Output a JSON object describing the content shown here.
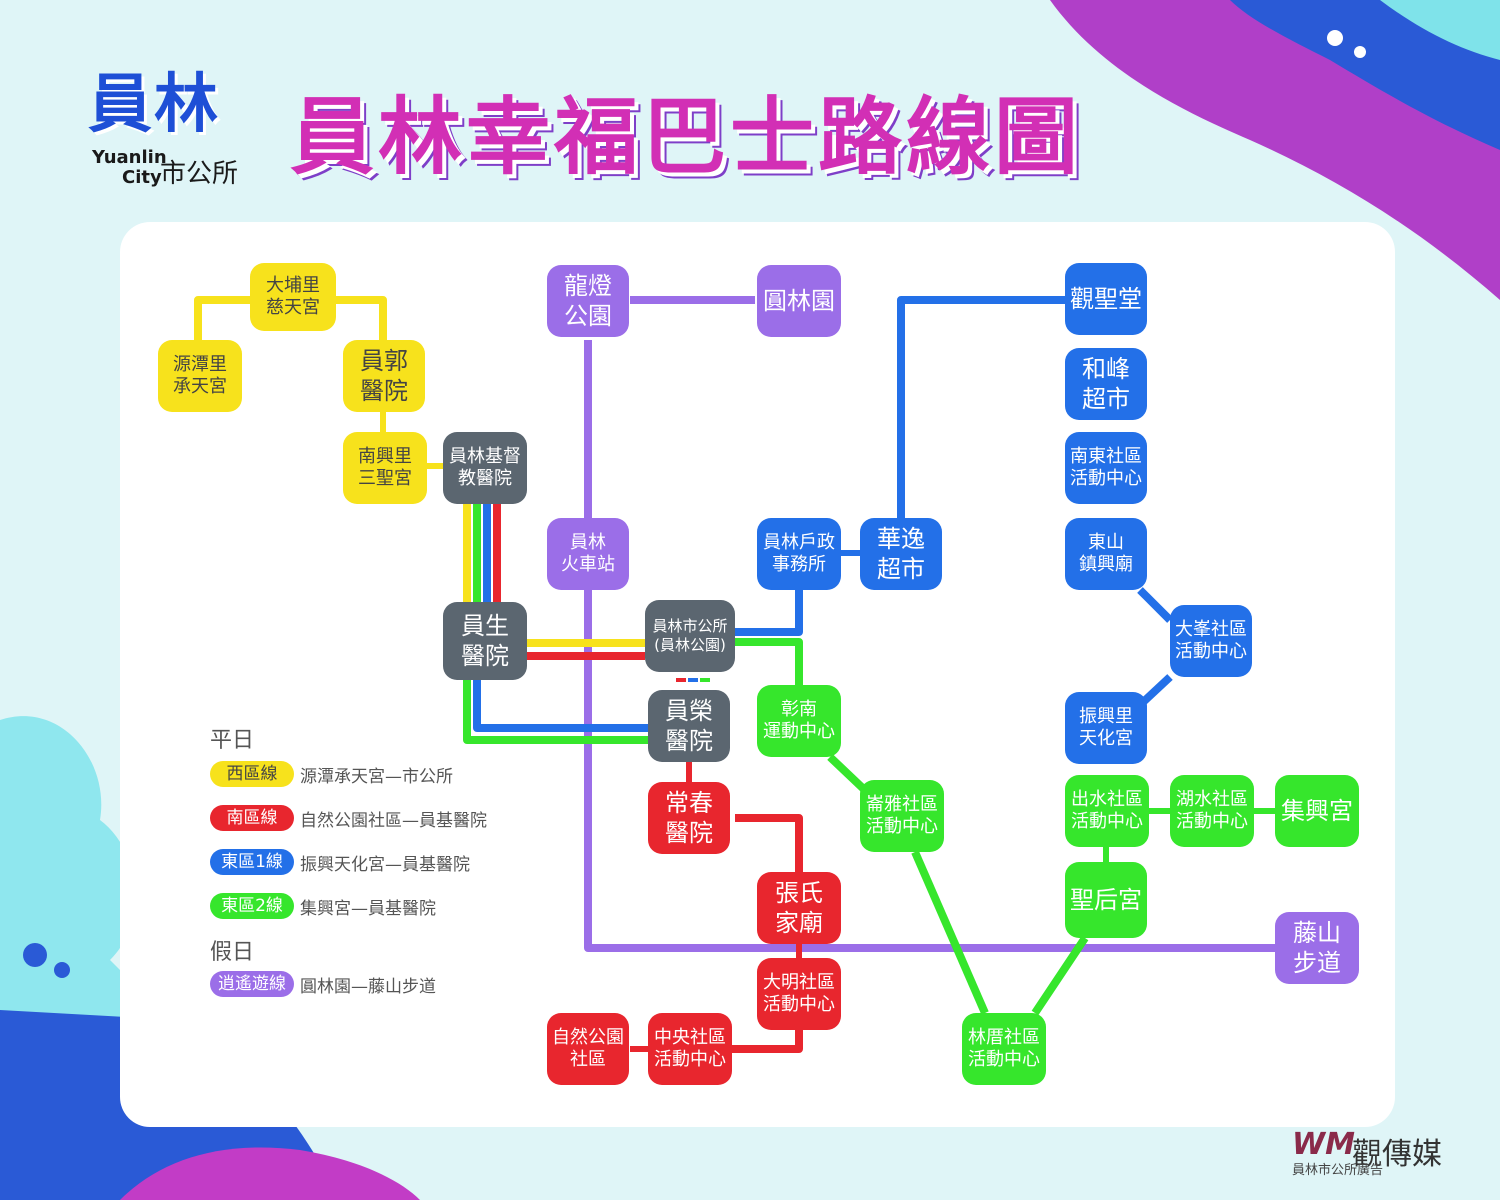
{
  "logo": {
    "main": "員林",
    "english_1": "Yuanlin",
    "english_2": "City",
    "org": "市公所"
  },
  "title": "員林幸福巴士路線圖",
  "colors": {
    "west": "#f7e21c",
    "south": "#e8262e",
    "east1": "#2370e8",
    "east2": "#36e62c",
    "leisure": "#9b6ee8",
    "shared": "#5b6670",
    "title": "#d22fb5"
  },
  "stations": [
    {
      "id": "dapuli",
      "label": "大埔里\n慈天宮",
      "line": "west"
    },
    {
      "id": "yuantan",
      "label": "源潭里\n承天宮",
      "line": "west"
    },
    {
      "id": "yuanguo",
      "label": "員郭\n醫院",
      "line": "west"
    },
    {
      "id": "nanxing",
      "label": "南興里\n三聖宮",
      "line": "west"
    },
    {
      "id": "christian",
      "label": "員林基督\n教醫院",
      "line": "shared"
    },
    {
      "id": "yuansheng",
      "label": "員生\n醫院",
      "line": "shared"
    },
    {
      "id": "citycouncil",
      "label": "員林市公所\n(員林公園)",
      "line": "shared"
    },
    {
      "id": "yuanrong",
      "label": "員榮\n醫院",
      "line": "shared"
    },
    {
      "id": "longdeng",
      "label": "龍燈\n公園",
      "line": "leisure"
    },
    {
      "id": "yuanlinyuan",
      "label": "圓林園",
      "line": "leisure"
    },
    {
      "id": "station",
      "label": "員林\n火車站",
      "line": "leisure"
    },
    {
      "id": "tengshan",
      "label": "藤山\n步道",
      "line": "leisure"
    },
    {
      "id": "huji",
      "label": "員林戶政\n事務所",
      "line": "east1"
    },
    {
      "id": "huayi",
      "label": "華逸\n超市",
      "line": "east1"
    },
    {
      "id": "guansheng",
      "label": "觀聖堂",
      "line": "east1"
    },
    {
      "id": "hefeng",
      "label": "和峰\n超市",
      "line": "east1"
    },
    {
      "id": "nandong",
      "label": "南東社區\n活動中心",
      "line": "east1"
    },
    {
      "id": "dongshan",
      "label": "東山\n鎮興廟",
      "line": "east1"
    },
    {
      "id": "dafeng",
      "label": "大峯社區\n活動中心",
      "line": "east1"
    },
    {
      "id": "zhenxing",
      "label": "振興里\n天化宮",
      "line": "east1"
    },
    {
      "id": "zhangnan",
      "label": "彰南\n運動中心",
      "line": "east2"
    },
    {
      "id": "yongya",
      "label": "崙雅社區\n活動中心",
      "line": "east2"
    },
    {
      "id": "chushui",
      "label": "出水社區\n活動中心",
      "line": "east2"
    },
    {
      "id": "hushui",
      "label": "湖水社區\n活動中心",
      "line": "east2"
    },
    {
      "id": "jixing",
      "label": "集興宮",
      "line": "east2"
    },
    {
      "id": "shenghou",
      "label": "聖后宮",
      "line": "east2"
    },
    {
      "id": "lincuo",
      "label": "林厝社區\n活動中心",
      "line": "east2"
    },
    {
      "id": "changchun",
      "label": "常春\n醫院",
      "line": "south"
    },
    {
      "id": "zhangshi",
      "label": "張氏\n家廟",
      "line": "south"
    },
    {
      "id": "daming",
      "label": "大明社區\n活動中心",
      "line": "south"
    },
    {
      "id": "zhongyang",
      "label": "中央社區\n活動中心",
      "line": "south"
    },
    {
      "id": "ziran",
      "label": "自然公園\n社區",
      "line": "south"
    }
  ],
  "legend": {
    "weekday_heading": "平日",
    "weekend_heading": "假日",
    "weekday_routes": [
      {
        "line": "west",
        "name": "西區線",
        "desc": "源潭承天宮—市公所"
      },
      {
        "line": "south",
        "name": "南區線",
        "desc": "自然公園社區—員基醫院"
      },
      {
        "line": "east1",
        "name": "東區1線",
        "desc": "振興天化宮—員基醫院"
      },
      {
        "line": "east2",
        "name": "東區2線",
        "desc": "集興宮—員基醫院"
      }
    ],
    "weekend_routes": [
      {
        "line": "leisure",
        "name": "逍遙遊線",
        "desc": "圓林園—藤山步道"
      }
    ]
  },
  "credit": {
    "logo": "WM",
    "media": "觀傳媒",
    "ad": "員林市公所廣告"
  }
}
